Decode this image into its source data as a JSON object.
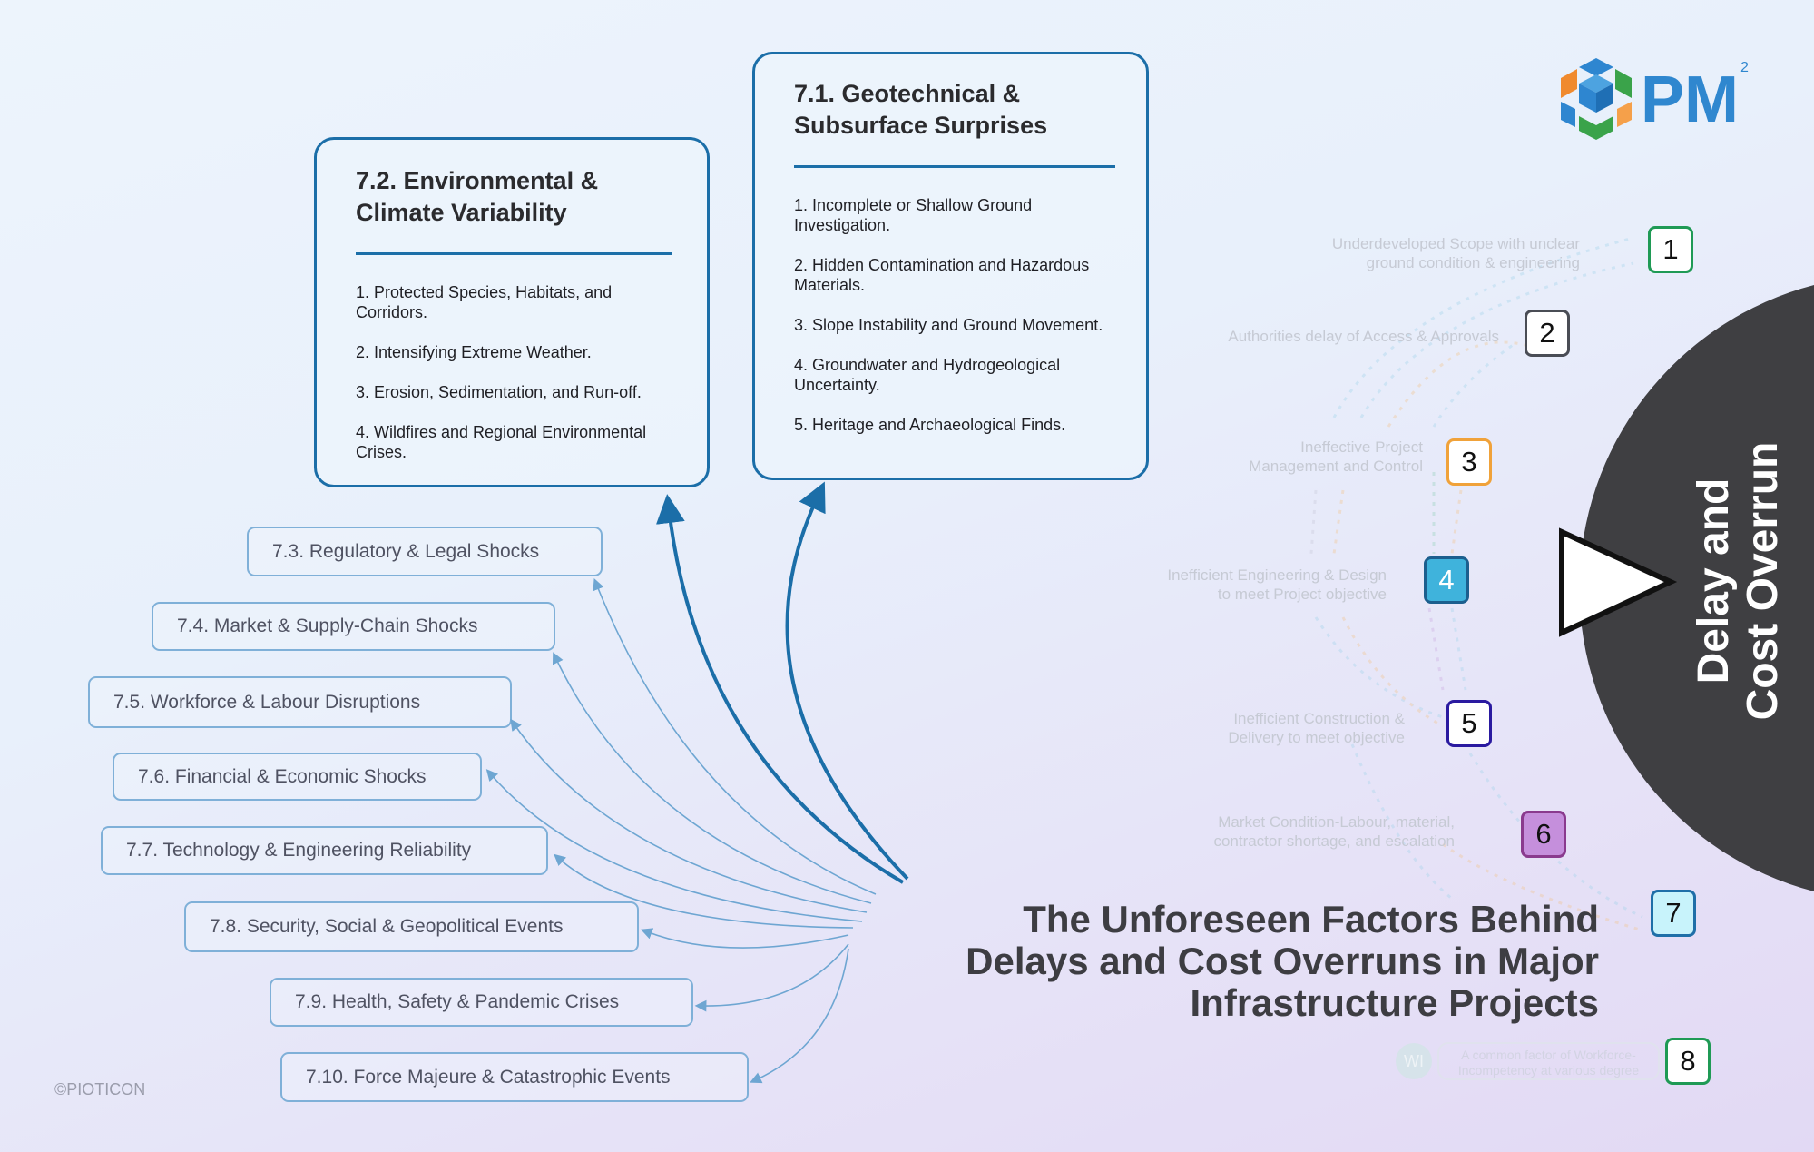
{
  "logo": {
    "text": "PM",
    "superscript": "2"
  },
  "boxes": {
    "geotechnical": {
      "title_line1": "7.1. Geotechnical &",
      "title_line2": "Subsurface Surprises",
      "items": [
        "1. Incomplete or Shallow Ground Investigation.",
        "2. Hidden Contamination and Hazardous Materials.",
        "3. Slope Instability and Ground Movement.",
        "4. Groundwater and Hydrogeological Uncertainty.",
        "5. Heritage and Archaeological Finds."
      ]
    },
    "environmental": {
      "title_line1": "7.2. Environmental &",
      "title_line2": "Climate Variability",
      "items": [
        "1. Protected Species, Habitats, and Corridors.",
        "2. Intensifying Extreme Weather.",
        "3. Erosion, Sedimentation, and Run-off.",
        "4. Wildfires and Regional Environmental Crises."
      ]
    }
  },
  "factors": [
    "7.3. Regulatory & Legal Shocks",
    "7.4. Market & Supply-Chain Shocks",
    "7.5.  Workforce & Labour Disruptions",
    "7.6. Financial & Economic Shocks",
    "7.7. Technology & Engineering Reliability",
    "7.8. Security, Social & Geopolitical Events",
    "7.9. Health, Safety & Pandemic Crises",
    "7.10. Force Majeure & Catastrophic Events"
  ],
  "title": {
    "line1": "The Unforeseen Factors Behind",
    "line2": "Delays and Cost Overruns in Major",
    "line3": "Infrastructure Projects"
  },
  "outcome": {
    "line1": "Delay and",
    "line2": "Cost Overrun"
  },
  "causes": [
    {
      "num": "1",
      "label_line1": "Underdeveloped Scope with unclear",
      "label_line2": "ground condition & engineering",
      "color": "#1f9a55",
      "fill": "#ffffff"
    },
    {
      "num": "2",
      "label_line1": "Authorities delay of Access & Approvals",
      "label_line2": "",
      "color": "#4a4d55",
      "fill": "#ffffff"
    },
    {
      "num": "3",
      "label_line1": "Ineffective Project",
      "label_line2": "Management and Control",
      "color": "#f0a23a",
      "fill": "#ffffff"
    },
    {
      "num": "4",
      "label_line1": "Inefficient Engineering & Design",
      "label_line2": "to meet Project objective",
      "color": "#1c5f8e",
      "fill": "#3fb3dc"
    },
    {
      "num": "5",
      "label_line1": "Inefficient Construction &",
      "label_line2": "Delivery to meet objective",
      "color": "#2a1aa0",
      "fill": "#ffffff"
    },
    {
      "num": "6",
      "label_line1": "Market Condition-Labour, material,",
      "label_line2": "contractor shortage, and escalation",
      "color": "#8a3a8e",
      "fill": "#c58fdc"
    },
    {
      "num": "7",
      "label_line1": "",
      "label_line2": "",
      "color": "#1f6fa8",
      "fill": "#c8f3fb"
    },
    {
      "num": "8",
      "label_line1": "A common factor of Workforce-",
      "label_line2": "Incompetency at various degree",
      "color": "#1f9a55",
      "fill": "#ffffff"
    }
  ],
  "workforce_badge": "WI",
  "copyright": "©PIOTICON",
  "colors": {
    "primary": "#1b6ea8",
    "secondary_border": "#7fb0d8",
    "dark": "#3f3f42"
  }
}
